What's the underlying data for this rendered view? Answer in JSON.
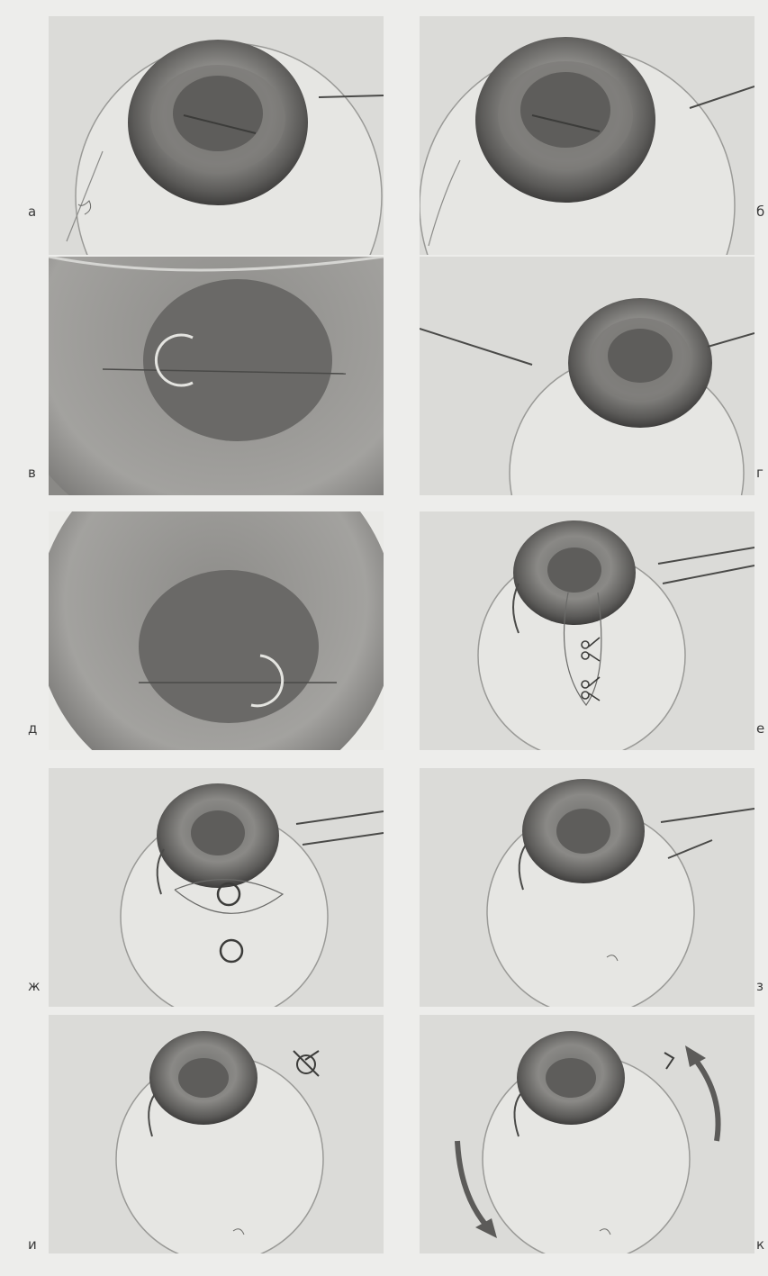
{
  "figure": {
    "panels": [
      {
        "id": "a",
        "label": "а",
        "scene": "eye-two-needles"
      },
      {
        "id": "b",
        "label": "б",
        "scene": "eye-one-needle"
      },
      {
        "id": "v",
        "label": "в",
        "scene": "closeup-hook"
      },
      {
        "id": "g",
        "label": "г",
        "scene": "eye-small-needles"
      },
      {
        "id": "d",
        "label": "д",
        "scene": "closeup-ring"
      },
      {
        "id": "e",
        "label": "е",
        "scene": "eye-loops-scissors"
      },
      {
        "id": "zh",
        "label": "ж",
        "scene": "eye-loops-circles"
      },
      {
        "id": "z",
        "label": "з",
        "scene": "eye-sutured"
      },
      {
        "id": "i",
        "label": "и",
        "scene": "eye-knot"
      },
      {
        "id": "k",
        "label": "к",
        "scene": "eye-rotate-arrows"
      }
    ]
  }
}
